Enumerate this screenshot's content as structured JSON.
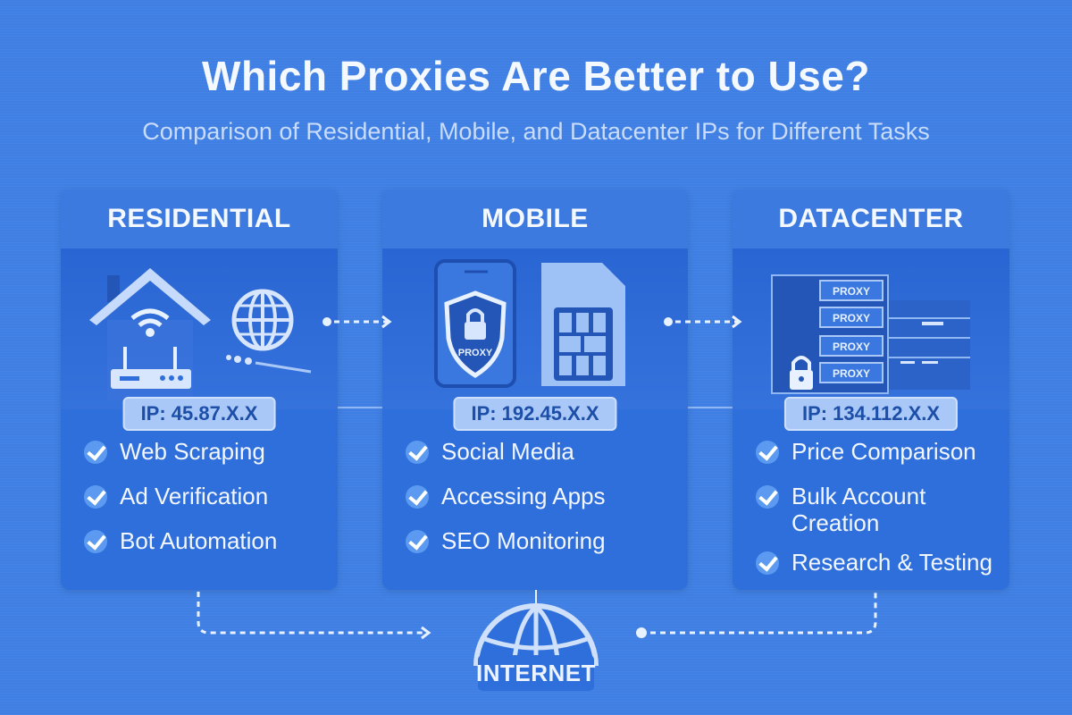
{
  "header": {
    "title": "Which Proxies Are Better to Use?",
    "subtitle": "Comparison of Residential, Mobile, and Datacenter IPs for Different Tasks"
  },
  "cards": [
    {
      "title": "RESIDENTIAL",
      "icon": "house-router-wifi-globe",
      "ip": "IP: 45.87.X.X",
      "features": [
        "Web Scraping",
        "Ad Verification",
        "Bot Automation"
      ]
    },
    {
      "title": "MOBILE",
      "icon": "phone-shield-sim",
      "badge": "PROXY",
      "ip": "IP: 192.45.X.X",
      "features": [
        "Social Media",
        "Accessing Apps",
        "SEO Monitoring"
      ]
    },
    {
      "title": "DATACENTER",
      "icon": "server-rack-lock",
      "rack_labels": [
        "PROXY",
        "PROXY",
        "PROXY",
        "PROXY"
      ],
      "ip": "IP: 134.112.X.X",
      "features": [
        "Price Comparison",
        "Bulk Account Creation",
        "Research & Testing"
      ]
    }
  ],
  "footer": {
    "label": "INTERNET",
    "icon": "globe"
  },
  "colors": {
    "background": "#3f7fe3",
    "card": "#2f6fdb",
    "pill": "#a9c8f7",
    "text": "#f4f8ff"
  }
}
